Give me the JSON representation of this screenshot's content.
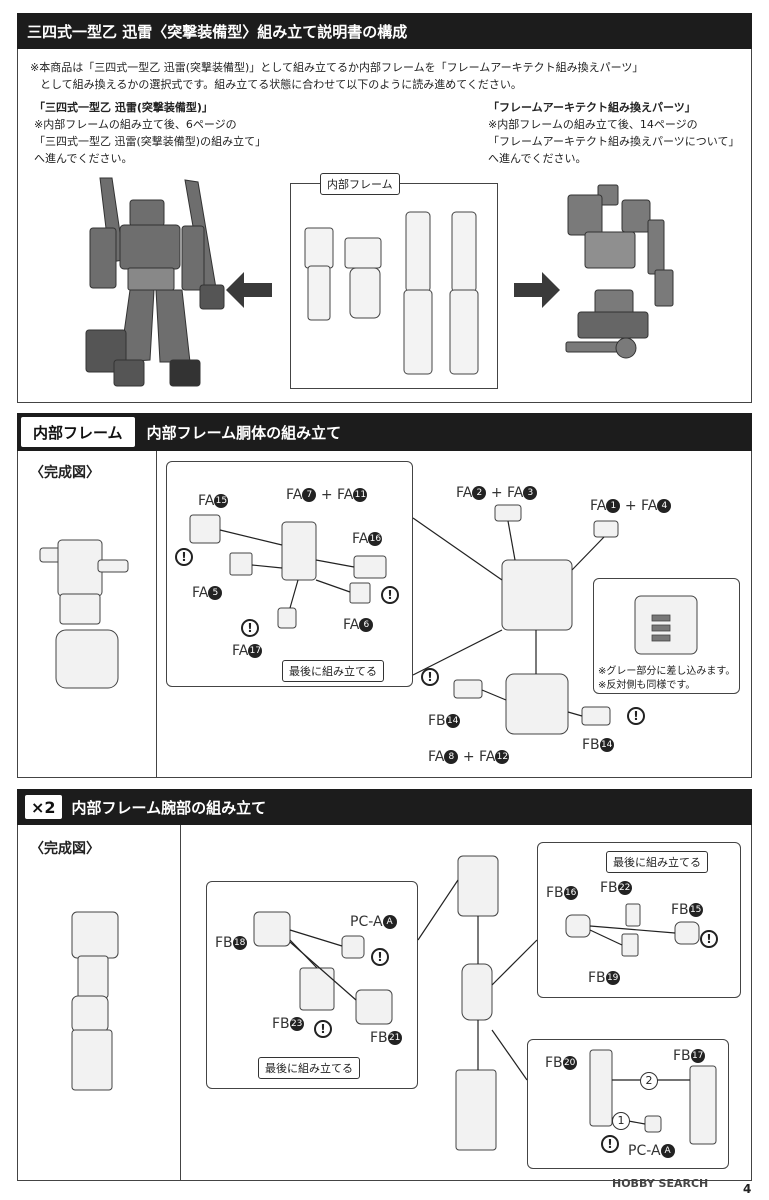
{
  "section1": {
    "title": "三四式一型乙 迅雷〈突撃装備型〉組み立て説明書の構成",
    "intro1": "※本商品は「三四式一型乙 迅雷(突撃装備型)」として組み立てるか内部フレームを「フレームアーキテクト組み換えパーツ」",
    "intro2": "として組み換えるかの選択式です。組み立てる状態に合わせて以下のように読み進めてください。",
    "left_heading": "「三四式一型乙 迅雷(突撃装備型)」",
    "left_l1": "※内部フレームの組み立て後、6ページの",
    "left_l2": "「三四式一型乙 迅雷(突撃装備型)の組み立て」",
    "left_l3": "へ進んでください。",
    "right_heading": "「フレームアーキテクト組み換えパーツ」",
    "right_l1": "※内部フレームの組み立て後、14ページの",
    "right_l2": "「フレームアーキテクト組み換えパーツについて」",
    "right_l3": "へ進んでください。",
    "center_box_label": "内部フレーム"
  },
  "section2": {
    "tab_label": "内部フレーム",
    "title": "内部フレーム胴体の組み立て",
    "completed_label": "〈完成図〉",
    "labels": {
      "fa15": "FA",
      "fa15_n": "15",
      "fa7_11": "FA",
      "fa7_n": "7",
      "plus": "+",
      "fa11_pre": "FA",
      "fa11_n": "11",
      "fa16": "FA",
      "fa16_n": "16",
      "fa5": "FA",
      "fa5_n": "5",
      "fa6": "FA",
      "fa6_n": "6",
      "fa17": "FA",
      "fa17_n": "17",
      "fa2": "FA",
      "fa2_n": "2",
      "fa3": "FA",
      "fa3_n": "3",
      "fa1": "FA",
      "fa1_n": "1",
      "fa4": "FA",
      "fa4_n": "4",
      "fb14a": "FB",
      "fb14a_n": "14",
      "fb14b": "FB",
      "fb14b_n": "14",
      "fa8": "FA",
      "fa8_n": "8",
      "fa12": "FA",
      "fa12_n": "12"
    },
    "last_assemble": "最後に組み立てる",
    "note1": "※グレー部分に差し込みます。",
    "note2": "※反対側も同様です。"
  },
  "section3": {
    "multiplier": "×2",
    "title": "内部フレーム腕部の組み立て",
    "completed_label": "〈完成図〉",
    "labels": {
      "fb18": "FB",
      "fb18_n": "18",
      "pca_a": "PC-A",
      "pca_a_n": "A",
      "fb23": "FB",
      "fb23_n": "23",
      "fb21": "FB",
      "fb21_n": "21",
      "fb16": "FB",
      "fb16_n": "16",
      "fb22": "FB",
      "fb22_n": "22",
      "fb15": "FB",
      "fb15_n": "15",
      "fb19": "FB",
      "fb19_n": "19",
      "fb20": "FB",
      "fb20_n": "20",
      "fb17": "FB",
      "fb17_n": "17",
      "pca_b": "PC-A",
      "pca_b_n": "A",
      "step1": "1",
      "step2": "2"
    },
    "last_assemble_left": "最後に組み立てる",
    "last_assemble_right": "最後に組み立てる"
  },
  "footer": {
    "watermark": "HOBBY SEARCH",
    "page_number": "4"
  }
}
